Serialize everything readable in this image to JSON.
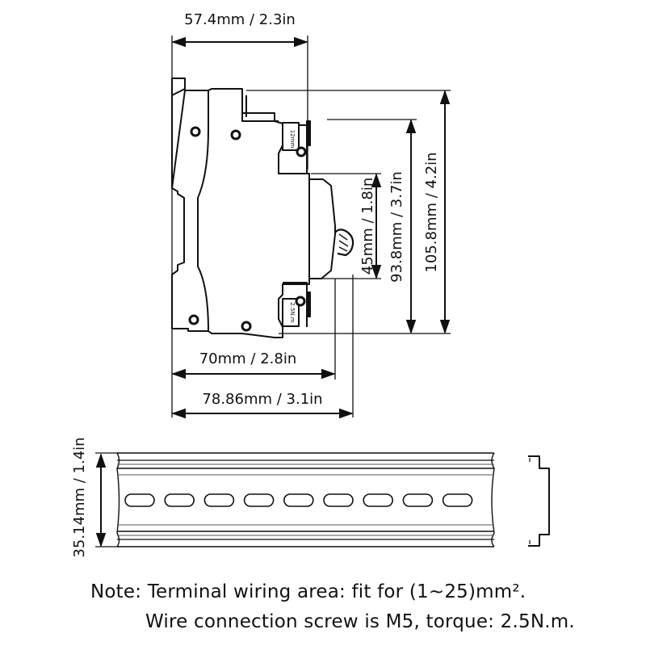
{
  "dimensions": {
    "width_top": "57.4mm / 2.3in",
    "width_mid": "70mm / 2.8in",
    "width_total": "78.86mm / 3.1in",
    "height_inner": "45mm / 1.8in",
    "height_body": "93.8mm / 3.7in",
    "height_total": "105.8mm / 4.2in",
    "rail_height": "35.14mm / 1.4in"
  },
  "labels": {
    "upper_terminal": "12mm",
    "lower_terminal": "2.5N.m"
  },
  "notes": {
    "line1": "Note: Terminal wiring area: fit for (1~25)mm².",
    "line2": "Wire connection screw is M5, torque: 2.5N.m."
  },
  "din_rail": {
    "slot_count": 9
  }
}
